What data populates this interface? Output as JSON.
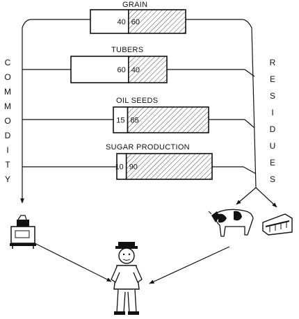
{
  "bars": [
    {
      "label": "GRAIN",
      "commodity": 40,
      "residues": 60
    },
    {
      "label": "TUBERS",
      "commodity": 60,
      "residues": 40
    },
    {
      "label": "OIL SEEDS",
      "commodity": 15,
      "residues": 85
    },
    {
      "label": "SUGAR PRODUCTION",
      "commodity": 10,
      "residues": 90
    }
  ],
  "left_label": "COMMODITY",
  "right_label": "RESIDUES",
  "colors": {
    "commodity_fill": "#ffffff",
    "residue_hatch": "#222222",
    "ink": "#111111"
  },
  "icons": [
    "cooking-stove-icon",
    "cow-icon",
    "livestock-feeder-icon",
    "farmer-figure-icon"
  ]
}
